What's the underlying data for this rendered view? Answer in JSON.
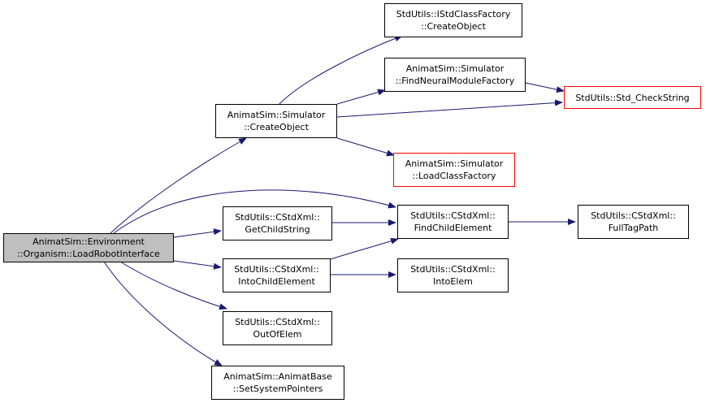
{
  "colors": {
    "edge": "#191970",
    "node_border": "#000000",
    "incomplete_border": "#ff0000",
    "root_fill": "#bfbfbf"
  },
  "nodes": {
    "root": {
      "line1": "AnimatSim::Environment",
      "line2": "::Organism::LoadRobotInterface"
    },
    "createobj": {
      "line1": "AnimatSim::Simulator",
      "line2": "::CreateObject"
    },
    "istdfactory": {
      "line1": "StdUtils::IStdClassFactory",
      "line2": "::CreateObject"
    },
    "findneural": {
      "line1": "AnimatSim::Simulator",
      "line2": "::FindNeuralModuleFactory"
    },
    "checkstring": {
      "line1": "StdUtils::Std_CheckString"
    },
    "loadclass": {
      "line1": "AnimatSim::Simulator",
      "line2": "::LoadClassFactory"
    },
    "getchild": {
      "line1": "StdUtils::CStdXml::",
      "line2": "GetChildString"
    },
    "findchild": {
      "line1": "StdUtils::CStdXml::",
      "line2": "FindChildElement"
    },
    "fulltag": {
      "line1": "StdUtils::CStdXml::",
      "line2": "FullTagPath"
    },
    "intochild": {
      "line1": "StdUtils::CStdXml::",
      "line2": "IntoChildElement"
    },
    "intoelem": {
      "line1": "StdUtils::CStdXml::",
      "line2": "IntoElem"
    },
    "outofelem": {
      "line1": "StdUtils::CStdXml::",
      "line2": "OutOfElem"
    },
    "setsys": {
      "line1": "AnimatSim::AnimatBase",
      "line2": "::SetSystemPointers"
    }
  }
}
